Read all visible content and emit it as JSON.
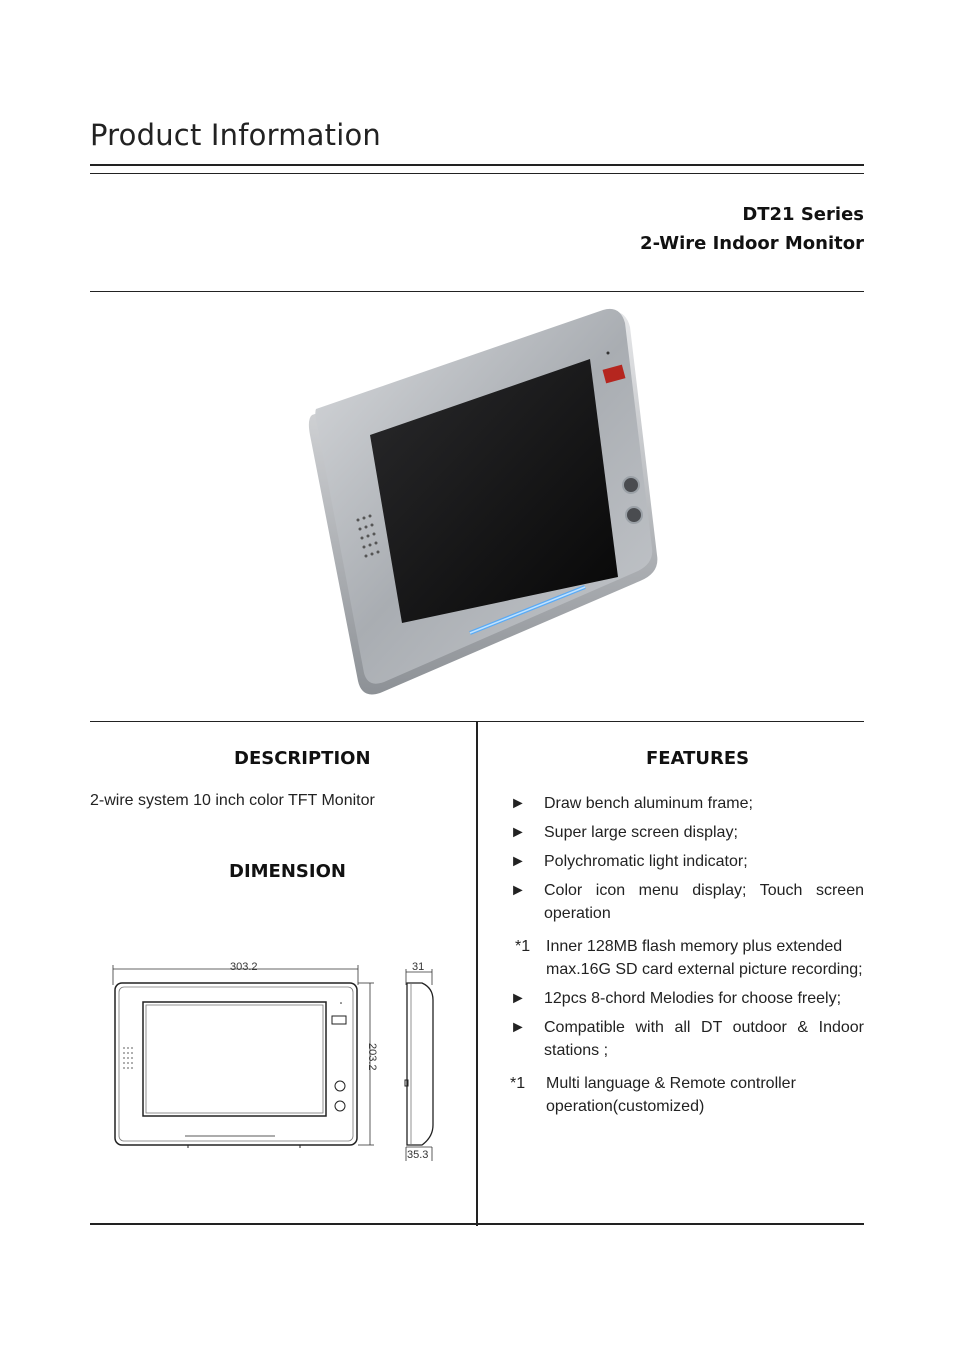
{
  "page": {
    "title": "Product Information"
  },
  "product": {
    "series": "DT21 Series",
    "name": "2-Wire Indoor Monitor"
  },
  "description": {
    "heading": "DESCRIPTION",
    "text": "2-wire system 10 inch color TFT Monitor"
  },
  "dimension": {
    "heading": "DIMENSION",
    "width": "303.2",
    "height": "203.2",
    "depth_top": "31",
    "depth_bottom": "35.3"
  },
  "features": {
    "heading": "FEATURES",
    "items": [
      {
        "marker": "►",
        "text": "Draw bench aluminum frame;"
      },
      {
        "marker": "►",
        "text": "Super large screen display;"
      },
      {
        "marker": "►",
        "text": "Polychromatic light indicator;"
      },
      {
        "marker": "►",
        "text": "Color icon menu display; Touch screen operation"
      },
      {
        "marker": "*1",
        "text": "Inner 128MB flash memory plus extended max.16G SD card external picture recording;"
      },
      {
        "marker": "►",
        "text": "12pcs 8-chord Melodies for choose freely;"
      },
      {
        "marker": "►",
        "text": "Compatible with all DT outdoor & Indoor stations ;"
      },
      {
        "marker": "*1",
        "text": "Multi language & Remote controller operation(customized)"
      }
    ]
  }
}
